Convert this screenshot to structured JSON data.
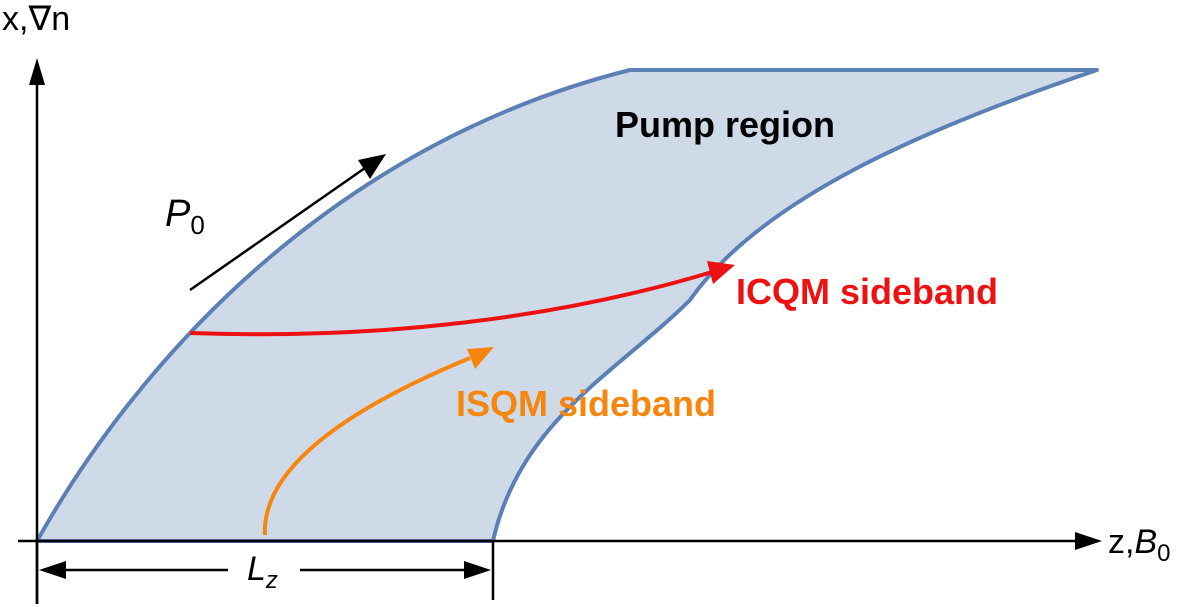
{
  "axes": {
    "y_label": "x,∇n",
    "x_label_main": "z,",
    "x_label_var": "B",
    "x_label_sub": "0"
  },
  "pump_region": {
    "label": "Pump region",
    "fill": "#cfdae8",
    "stroke": "#5b80b6"
  },
  "momentum": {
    "label_var": "P",
    "label_sub": "0"
  },
  "icqm": {
    "label": "ICQM sideband",
    "color": "#ee1111"
  },
  "isqm": {
    "label": "ISQM sideband",
    "color": "#f7860e"
  },
  "width_marker": {
    "label_var": "L",
    "label_sub": "z"
  }
}
